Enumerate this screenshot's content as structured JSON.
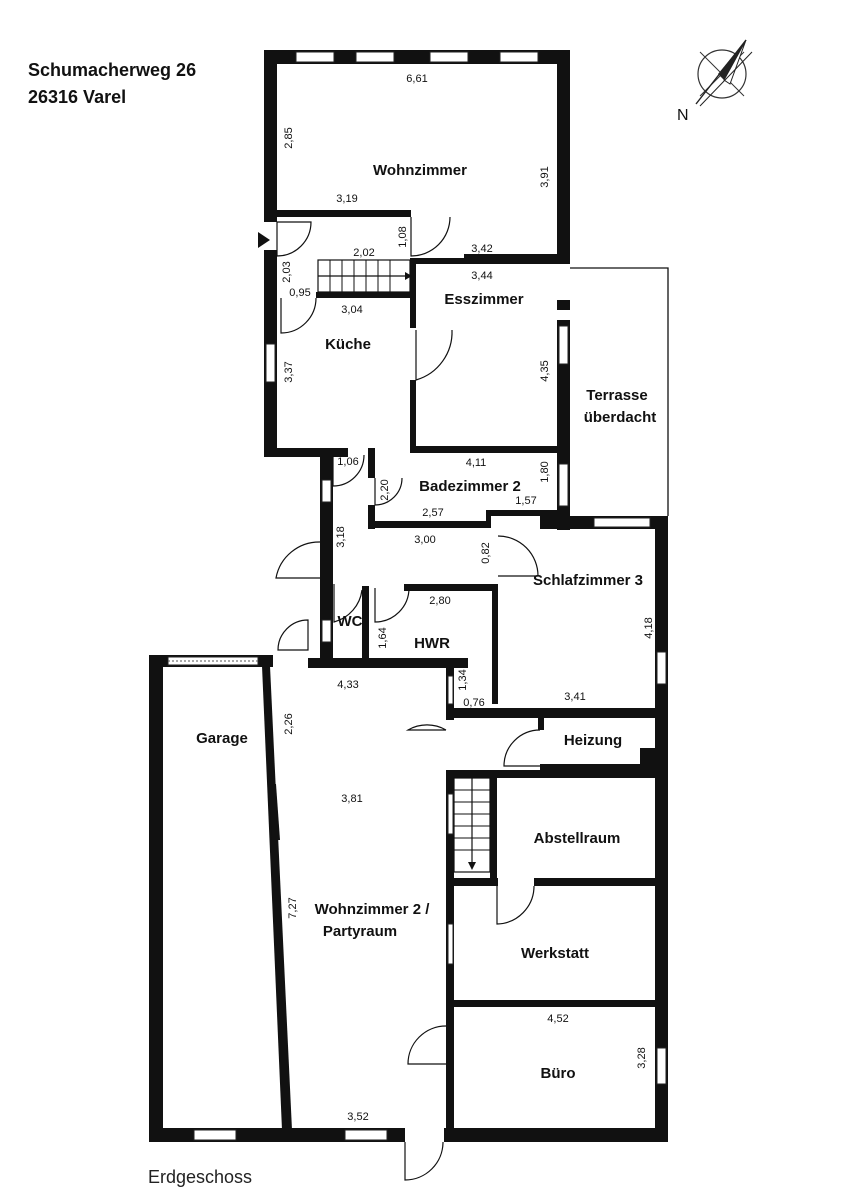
{
  "header": {
    "address_line1": "Schumacherweg 26",
    "address_line2": "26316 Varel"
  },
  "footer": {
    "caption": "Erdgeschoss"
  },
  "compass": {
    "label": "N"
  },
  "rooms": {
    "wohnzimmer": "Wohnzimmer",
    "esszimmer": "Esszimmer",
    "kueche": "Küche",
    "terrasse_1": "Terrasse",
    "terrasse_2": "überdacht",
    "badezimmer": "Badezimmer 2",
    "schlafzimmer": "Schlafzimmer 3",
    "wc": "WC",
    "hwr": "HWR",
    "garage": "Garage",
    "heizung": "Heizung",
    "abstellraum": "Abstellraum",
    "wohnzimmer2_1": "Wohnzimmer 2 /",
    "wohnzimmer2_2": "Partyraum",
    "werkstatt": "Werkstatt",
    "buero": "Büro"
  },
  "dimensions": {
    "d_6_61": "6,61",
    "d_2_85": "2,85",
    "d_3_91": "3,91",
    "d_3_19": "3,19",
    "d_1_08": "1,08",
    "d_2_02": "2,02",
    "d_3_42": "3,42",
    "d_3_44": "3,44",
    "d_2_03": "2,03",
    "d_0_95": "0,95",
    "d_3_04": "3,04",
    "d_3_37": "3,37",
    "d_4_35": "4,35",
    "d_1_06": "1,06",
    "d_4_11": "4,11",
    "d_1_80": "1,80",
    "d_2_20": "2,20",
    "d_2_57": "2,57",
    "d_1_57": "1,57",
    "d_3_18": "3,18",
    "d_3_00": "3,00",
    "d_0_82": "0,82",
    "d_2_80": "2,80",
    "d_1_64": "1,64",
    "d_4_18": "4,18",
    "d_4_33": "4,33",
    "d_1_34": "1,34",
    "d_0_76": "0,76",
    "d_3_41": "3,41",
    "d_2_26": "2,26",
    "d_3_81": "3,81",
    "d_7_27": "7,27",
    "d_4_52": "4,52",
    "d_3_28": "3,28",
    "d_3_52": "3,52"
  }
}
